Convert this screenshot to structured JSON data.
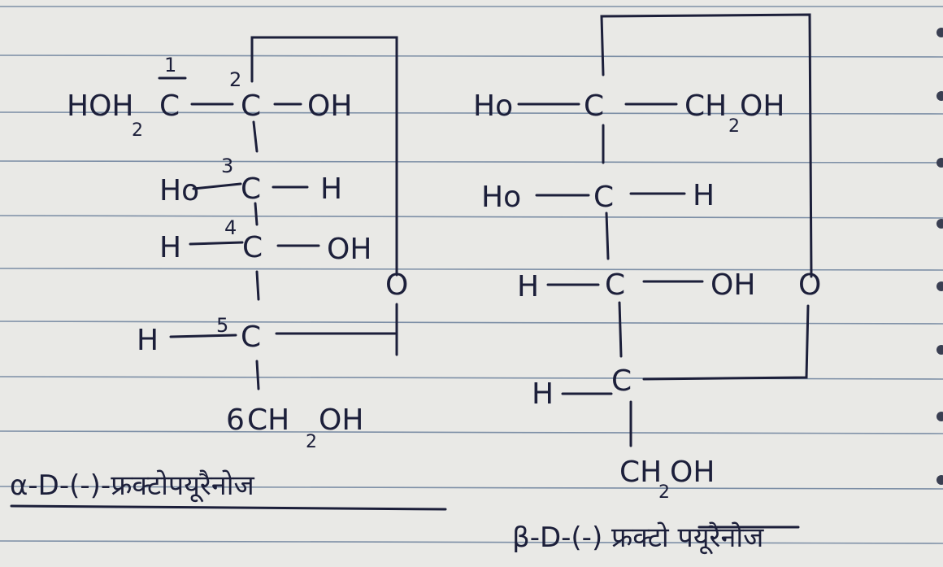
{
  "colors": {
    "paper": "#e9e9e6",
    "ink": "#1c1f3a",
    "rule": "#7d8fa6"
  },
  "alpha": {
    "c1": {
      "left": "HOH",
      "sub": "2",
      "atom": "C",
      "num": "1"
    },
    "c2": {
      "num": "2",
      "atom": "C",
      "right": "OH"
    },
    "c3": {
      "left": "Ho",
      "num": "3",
      "atom": "C",
      "right": "H"
    },
    "c4": {
      "left": "H",
      "num": "4",
      "atom": "C",
      "right": "OH"
    },
    "ring_o": "O",
    "c5": {
      "left": "H",
      "num": "5",
      "atom": "C"
    },
    "c6": {
      "num": "6",
      "pre": "CH",
      "sub": "2",
      "post": "OH"
    },
    "caption": "α-D-(-)-फ्रक्टोपयूरैनोज"
  },
  "beta": {
    "c2": {
      "left": "Ho",
      "atom": "C",
      "right_pre": "CH",
      "right_sub": "2",
      "right_post": "OH"
    },
    "c3": {
      "left": "Ho",
      "atom": "C",
      "right": "H"
    },
    "c4": {
      "left": "H",
      "atom": "C",
      "right": "OH"
    },
    "ring_o": "O",
    "c5": {
      "left": "H",
      "atom": "C"
    },
    "c6": {
      "pre": "CH",
      "sub": "2",
      "post": "OH"
    },
    "caption": "β-D-(-) फ्रक्टो पयूरैनोज"
  }
}
